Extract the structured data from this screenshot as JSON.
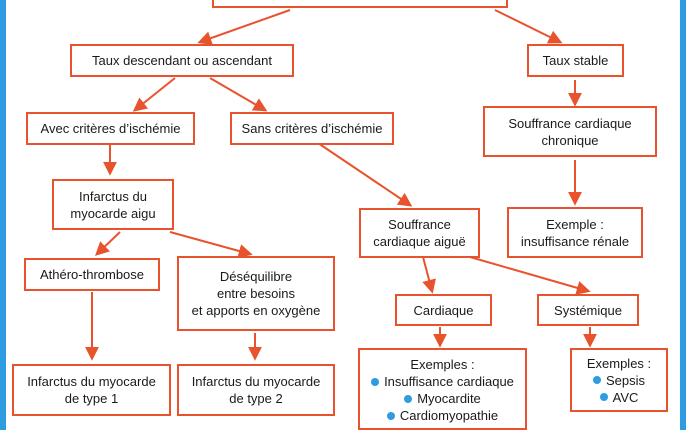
{
  "colors": {
    "accent": "#e8532d",
    "frame": "#2f9be0",
    "bullet": "#2f9be0"
  },
  "nodes": {
    "taux_variable": {
      "lines": [
        "Taux descendant ou ascendant"
      ]
    },
    "taux_stable": {
      "lines": [
        "Taux stable"
      ]
    },
    "avec_ischemie": {
      "lines": [
        "Avec critères d’ischémie"
      ]
    },
    "sans_ischemie": {
      "lines": [
        "Sans critères d’ischémie"
      ]
    },
    "souffrance_chronique": {
      "lines": [
        "Souffrance cardiaque",
        "chronique"
      ]
    },
    "infarctus_aigu": {
      "lines": [
        "Infarctus du",
        "myocarde aigu"
      ]
    },
    "exemple_ir": {
      "lines": [
        "Exemple :",
        "insuffisance rénale"
      ]
    },
    "souffrance_aigue": {
      "lines": [
        "Souffrance",
        "cardiaque aiguë"
      ]
    },
    "athero": {
      "lines": [
        "Athéro-thrombose"
      ]
    },
    "desequilibre": {
      "lines": [
        "Déséquilibre",
        "entre besoins",
        "et apports en oxygène"
      ]
    },
    "cardiaque": {
      "lines": [
        "Cardiaque"
      ]
    },
    "systemique": {
      "lines": [
        "Systémique"
      ]
    },
    "type1": {
      "lines": [
        "Infarctus du myocarde",
        "de type 1"
      ]
    },
    "type2": {
      "lines": [
        "Infarctus du myocarde",
        "de type 2"
      ]
    },
    "exemples_cardiaque": {
      "heading": "Exemples :",
      "items": [
        "Insuffisance cardiaque",
        "Myocardite",
        "Cardiomyopathie"
      ]
    },
    "exemples_systemique": {
      "heading": "Exemples :",
      "items": [
        "Sepsis",
        "AVC"
      ]
    }
  }
}
